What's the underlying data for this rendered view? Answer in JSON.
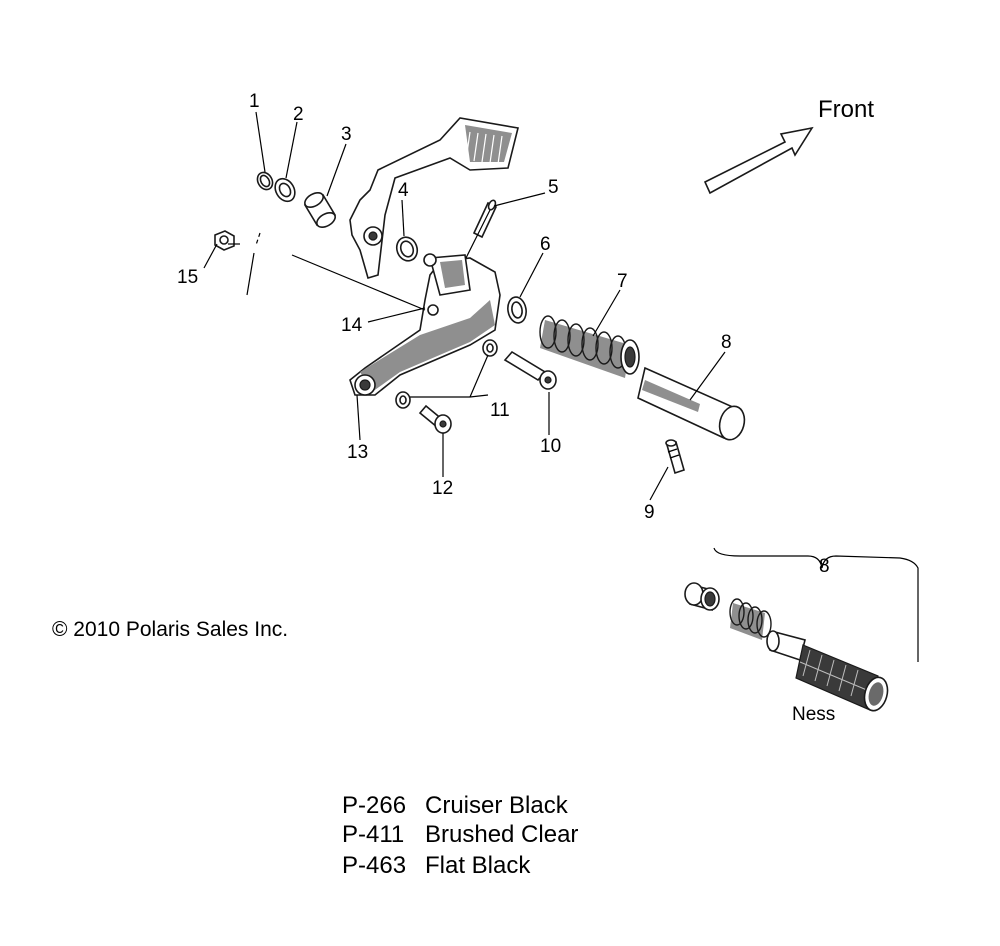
{
  "direction_label": "Front",
  "callouts": [
    "1",
    "2",
    "3",
    "4",
    "5",
    "6",
    "7",
    "8",
    "9",
    "10",
    "11",
    "12",
    "13",
    "14",
    "15"
  ],
  "inset": {
    "number": "8",
    "label": "Ness"
  },
  "copyright": "© 2010 Polaris Sales Inc.",
  "finishes": [
    {
      "code": "P-266",
      "name": "Cruiser Black"
    },
    {
      "code": "P-411",
      "name": "Brushed Clear"
    },
    {
      "code": "P-463",
      "name": "Flat Black"
    }
  ]
}
